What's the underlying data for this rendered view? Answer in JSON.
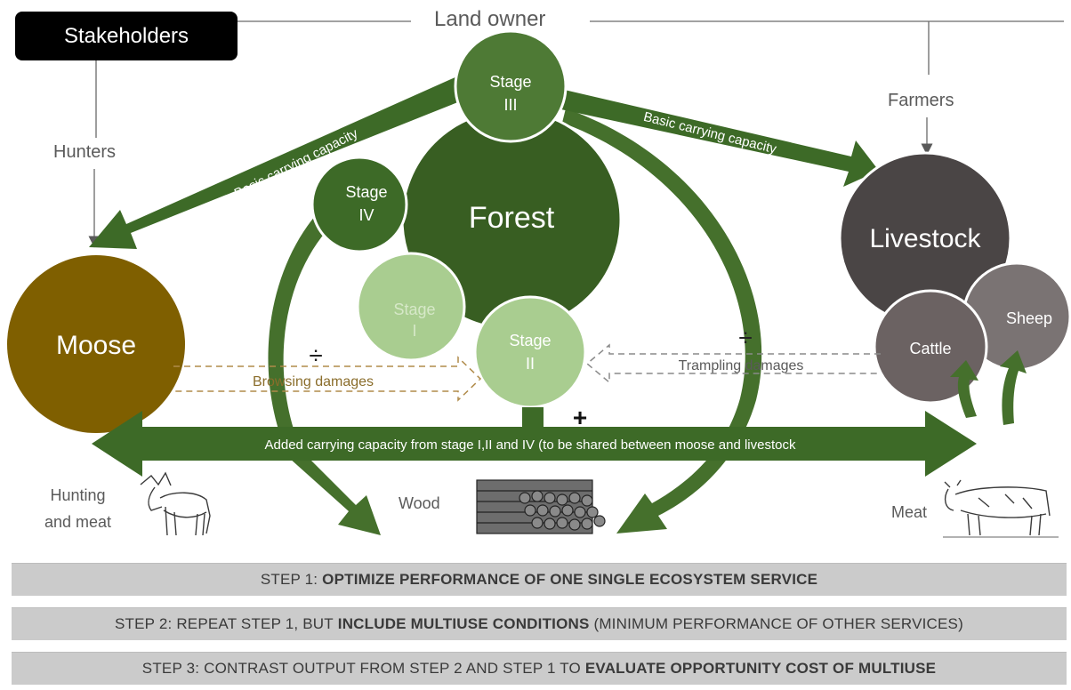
{
  "stakeholders_label": "Stakeholders",
  "land_owner": "Land owner",
  "hunters": "Hunters",
  "farmers": "Farmers",
  "forest": "Forest",
  "stages": {
    "s1": [
      "Stage",
      "I"
    ],
    "s2": [
      "Stage",
      "II"
    ],
    "s3": [
      "Stage",
      "III"
    ],
    "s4": [
      "Stage",
      "IV"
    ]
  },
  "moose": "Moose",
  "livestock": "Livestock",
  "cattle": "Cattle",
  "sheep": "Sheep",
  "arrows": {
    "basic_left": "Basic carrying capacity",
    "basic_right": "Basic carrying capacity",
    "browsing": "Browsing damages",
    "trampling": "Trampling damages",
    "added": "Added carrying capacity from stage I,II and IV (to be shared between moose and livestock"
  },
  "symbols": {
    "divide": "÷",
    "plus": "+"
  },
  "outputs": {
    "hunting": [
      "Hunting",
      "and meat"
    ],
    "wood": "Wood",
    "meat": "Meat"
  },
  "steps": [
    {
      "plain": "STEP 1: ",
      "bold": "OPTIMIZE PERFORMANCE OF ONE SINGLE ECOSYSTEM SERVICE",
      "tail": ""
    },
    {
      "plain": "STEP 2: REPEAT STEP 1, BUT ",
      "bold": "INCLUDE MULTIUSE CONDITIONS",
      "tail": " (MINIMUM PERFORMANCE OF OTHER SERVICES)"
    },
    {
      "plain": "STEP 3: CONTRAST OUTPUT FROM STEP 2 AND STEP 1 TO ",
      "bold": "EVALUATE OPPORTUNITY COST OF MULTIUSE",
      "tail": ""
    }
  ],
  "colors": {
    "dark_green": "#385e22",
    "mid_green": "#4e7a35",
    "light_green": "#a9cd90",
    "moose": "#7f5f00",
    "livestock": "#4a4545",
    "cattle": "#6b6262",
    "sheep": "#7a7373"
  }
}
